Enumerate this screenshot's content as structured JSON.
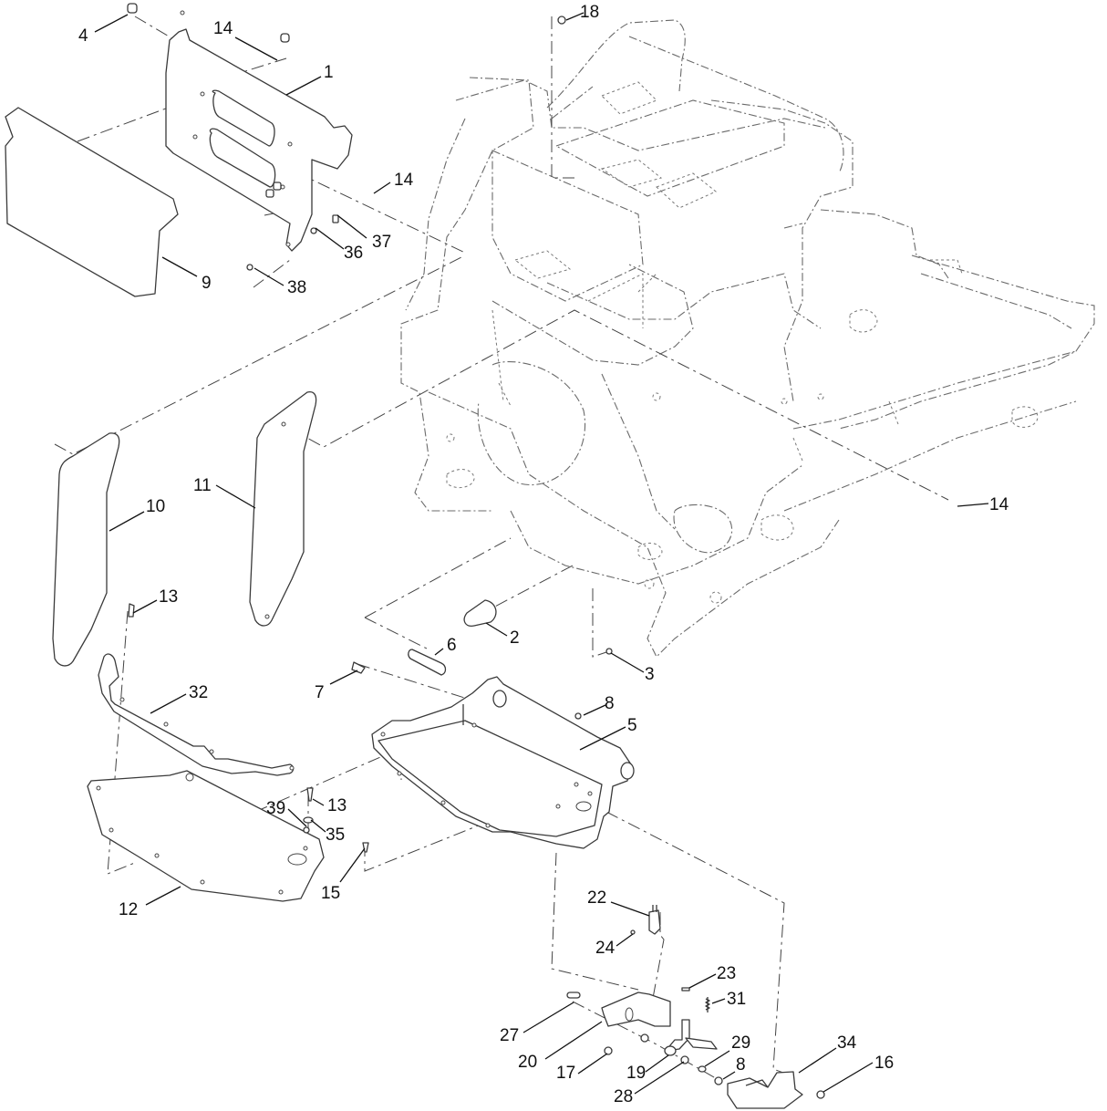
{
  "diagram": {
    "type": "exploded-parts-diagram",
    "subject": "Frame, side panels, floor plate and pedal bracket assembly",
    "callouts": [
      {
        "id": "c4",
        "label": "4"
      },
      {
        "id": "c14a",
        "label": "14"
      },
      {
        "id": "c1",
        "label": "1"
      },
      {
        "id": "c9",
        "label": "9"
      },
      {
        "id": "c14b",
        "label": "14"
      },
      {
        "id": "c37",
        "label": "37"
      },
      {
        "id": "c36",
        "label": "36"
      },
      {
        "id": "c38",
        "label": "38"
      },
      {
        "id": "c18",
        "label": "18"
      },
      {
        "id": "c10",
        "label": "10"
      },
      {
        "id": "c11",
        "label": "11"
      },
      {
        "id": "c14c",
        "label": "14"
      },
      {
        "id": "c13a",
        "label": "13"
      },
      {
        "id": "c2",
        "label": "2"
      },
      {
        "id": "c6",
        "label": "6"
      },
      {
        "id": "c3",
        "label": "3"
      },
      {
        "id": "c7",
        "label": "7"
      },
      {
        "id": "c32",
        "label": "32"
      },
      {
        "id": "c8a",
        "label": "8"
      },
      {
        "id": "c5",
        "label": "5"
      },
      {
        "id": "c13b",
        "label": "13"
      },
      {
        "id": "c39",
        "label": "39"
      },
      {
        "id": "c35",
        "label": "35"
      },
      {
        "id": "c15",
        "label": "15"
      },
      {
        "id": "c12",
        "label": "12"
      },
      {
        "id": "c22",
        "label": "22"
      },
      {
        "id": "c24",
        "label": "24"
      },
      {
        "id": "c23",
        "label": "23"
      },
      {
        "id": "c31",
        "label": "31"
      },
      {
        "id": "c27",
        "label": "27"
      },
      {
        "id": "c29",
        "label": "29"
      },
      {
        "id": "c20",
        "label": "20"
      },
      {
        "id": "c34",
        "label": "34"
      },
      {
        "id": "c8b",
        "label": "8"
      },
      {
        "id": "c16",
        "label": "16"
      },
      {
        "id": "c17",
        "label": "17"
      },
      {
        "id": "c19",
        "label": "19"
      },
      {
        "id": "c28",
        "label": "28"
      }
    ]
  }
}
